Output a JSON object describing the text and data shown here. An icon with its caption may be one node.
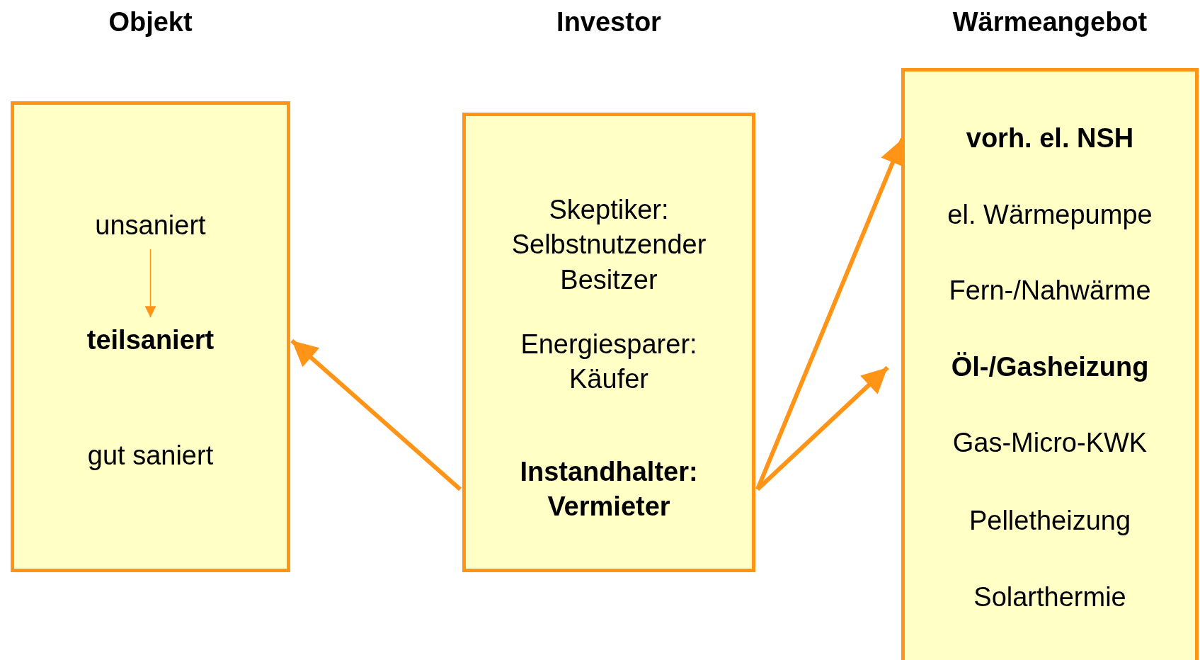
{
  "diagram": {
    "nodes": [
      {
        "text": [
          "Objekt"
        ]
      },
      {
        "text": [
          "unsaniert"
        ],
        "in": 0
      },
      {
        "text": [
          "teilsaniert"
        ],
        "in": 0
      },
      {
        "text": [
          "gut saniert"
        ],
        "in": 0
      },
      {
        "text": [
          "Investor"
        ]
      },
      {
        "text": [
          "Skeptiker: Selbstnutzender Besitzer"
        ],
        "in": 4
      },
      {
        "text": [
          "Energiesparer: Käufer"
        ],
        "in": 4
      },
      {
        "text": [
          "Instandhalter: Vermieter"
        ],
        "in": 4
      },
      {
        "text": [
          "Wärmeangebot"
        ]
      },
      {
        "text": [
          "vorh. el. NSH"
        ],
        "in": 8
      },
      {
        "text": [
          "el. Wärmepumpe"
        ],
        "in": 8
      },
      {
        "text": [
          "Fern-/Nahwärme"
        ],
        "in": 8
      },
      {
        "text": [
          "Öl-/Gasheizung"
        ],
        "in": 8
      },
      {
        "text": [
          "Gas-Micro-KWK"
        ],
        "in": 8
      },
      {
        "text": [
          "Pelletheizung"
        ],
        "in": 8
      },
      {
        "text": [
          "Solarthermie"
        ],
        "in": 8
      }
    ],
    "edges": [
      {
        "from": 1,
        "to": 2,
        "arrow": "to"
      },
      {
        "from": 7,
        "to": 2,
        "arrow": "to"
      },
      {
        "from": 7,
        "to": 9,
        "arrow": "to"
      },
      {
        "from": 7,
        "to": 12,
        "arrow": "to"
      }
    ]
  }
}
